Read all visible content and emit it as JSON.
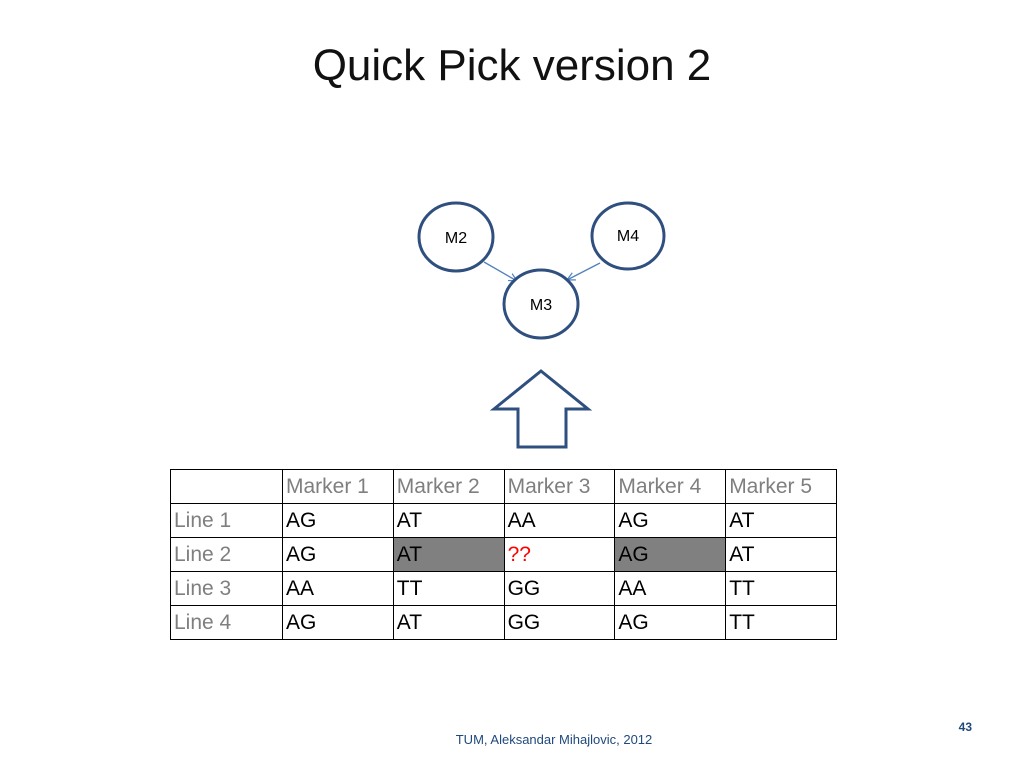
{
  "slide": {
    "title": "Quick Pick version 2",
    "footer": "TUM, Aleksandar Mihajlovic, 2012",
    "page_number": "43"
  },
  "diagram": {
    "nodes": [
      {
        "id": "m2",
        "label": "M2"
      },
      {
        "id": "m4",
        "label": "M4"
      },
      {
        "id": "m3",
        "label": "M3"
      }
    ],
    "edges": [
      {
        "from": "M2",
        "to": "M3"
      },
      {
        "from": "M4",
        "to": "M3"
      }
    ],
    "colors": {
      "node_stroke": "#2f4f7f",
      "edge": "#4f81bd",
      "arrow_stroke": "#2f4f7f"
    }
  },
  "table": {
    "headers": [
      "",
      "Marker 1",
      "Marker 2",
      "Marker 3",
      "Marker 4",
      "Marker 5"
    ],
    "rows": [
      {
        "label": "Line 1",
        "cells": [
          "AG",
          "AT",
          "AA",
          "AG",
          "AT"
        ]
      },
      {
        "label": "Line 2",
        "cells": [
          "AG",
          "AT",
          "??",
          "AG",
          "AT"
        ]
      },
      {
        "label": "Line 3",
        "cells": [
          "AA",
          "TT",
          "GG",
          "AA",
          "TT"
        ]
      },
      {
        "label": "Line 4",
        "cells": [
          "AG",
          "AT",
          "GG",
          "AG",
          "TT"
        ]
      }
    ],
    "shaded_color": "#808080",
    "unknown_color": "#ff0000",
    "label_color": "#7f7f7f"
  }
}
